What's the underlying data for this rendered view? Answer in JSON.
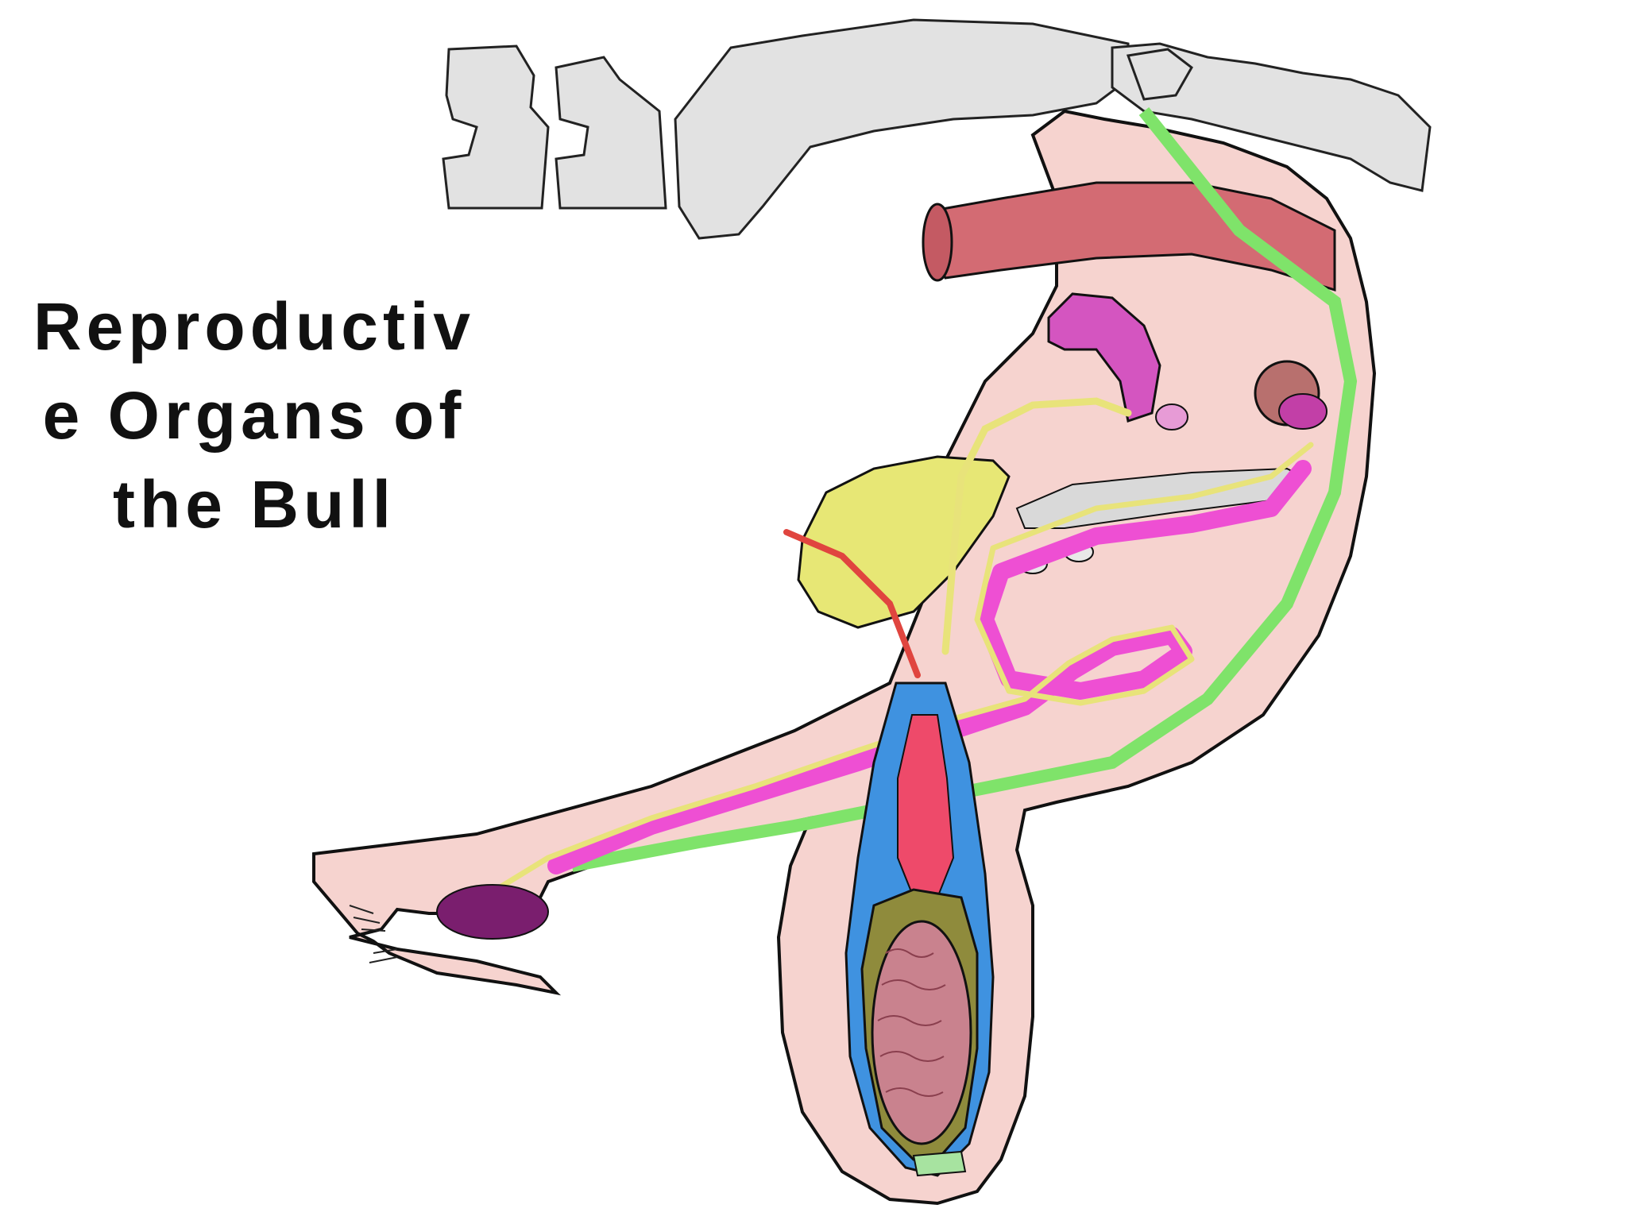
{
  "title": {
    "line1": "Reproductiv",
    "line2": "e Organs of",
    "line3": "the Bull"
  },
  "colors": {
    "background": "#ffffff",
    "skin": "#f6d3cf",
    "bone": "#e2e2e2",
    "rectum": "#d36b73",
    "penis_tract": "#ee4fd3",
    "urethra_line": "#e8e37a",
    "bladder": "#e7e775",
    "retractor_muscle": "#7fe36a",
    "tunic": "#3f92e0",
    "pampiniform": "#ee4a6a",
    "testis": "#c9828e",
    "epididymis": "#8f8b3c",
    "seminal_vesicle": "#d455c0",
    "glans": "#7a1e6e",
    "outline": "#111111"
  }
}
